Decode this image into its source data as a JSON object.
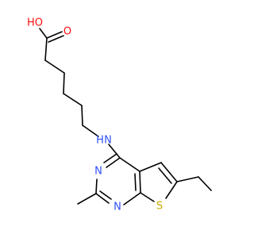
{
  "molecule": {
    "atoms": {
      "hydroxyl_oxygen": {
        "label": "HO",
        "color": "#ff0d0d"
      },
      "carbonyl_oxygen": {
        "label": "O",
        "color": "#ff0d0d"
      },
      "amine_nitrogen": {
        "label": "N",
        "color": "#3050f8"
      },
      "amine_hydrogen": {
        "label": "H",
        "color": "#3050f8"
      },
      "pyrimidine_n3": {
        "label": "N",
        "color": "#3050f8"
      },
      "pyrimidine_n1": {
        "label": "N",
        "color": "#3050f8"
      },
      "thiophene_sulfur": {
        "label": "S",
        "color": "#c8a800"
      }
    }
  }
}
